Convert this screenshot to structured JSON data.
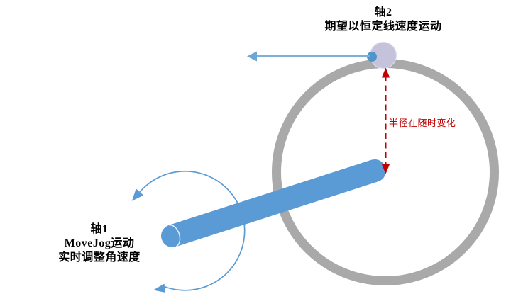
{
  "diagram": {
    "axis2_label": {
      "title": "轴2",
      "desc": "期望以恒定线速度运动"
    },
    "axis1_label": {
      "title": "轴1",
      "line2": "MoveJog运动",
      "line3": "实时调整角速度"
    },
    "radius_label": "半径在随时变化",
    "icons": {
      "linear_velocity_arrow": "left-arrow",
      "rotation_direction_arrow": "double-headed-circular-arrow",
      "radius_arrow": "vertical-double-headed-dashed-arrow"
    },
    "colors": {
      "rod_blue": "#5b9bd5",
      "ring_gray": "#a9a9a9",
      "ball_lavender": "#c5c2db",
      "ball_edge": "#dfdcec",
      "dot_blue": "#4e95c9",
      "arrow_line_blue": "#7cb0d9",
      "arrow_head_blue": "#6ca8d6",
      "radius_red": "#c00000",
      "cap_highlight": "#e8f1fa",
      "text_black": "#000000"
    }
  }
}
